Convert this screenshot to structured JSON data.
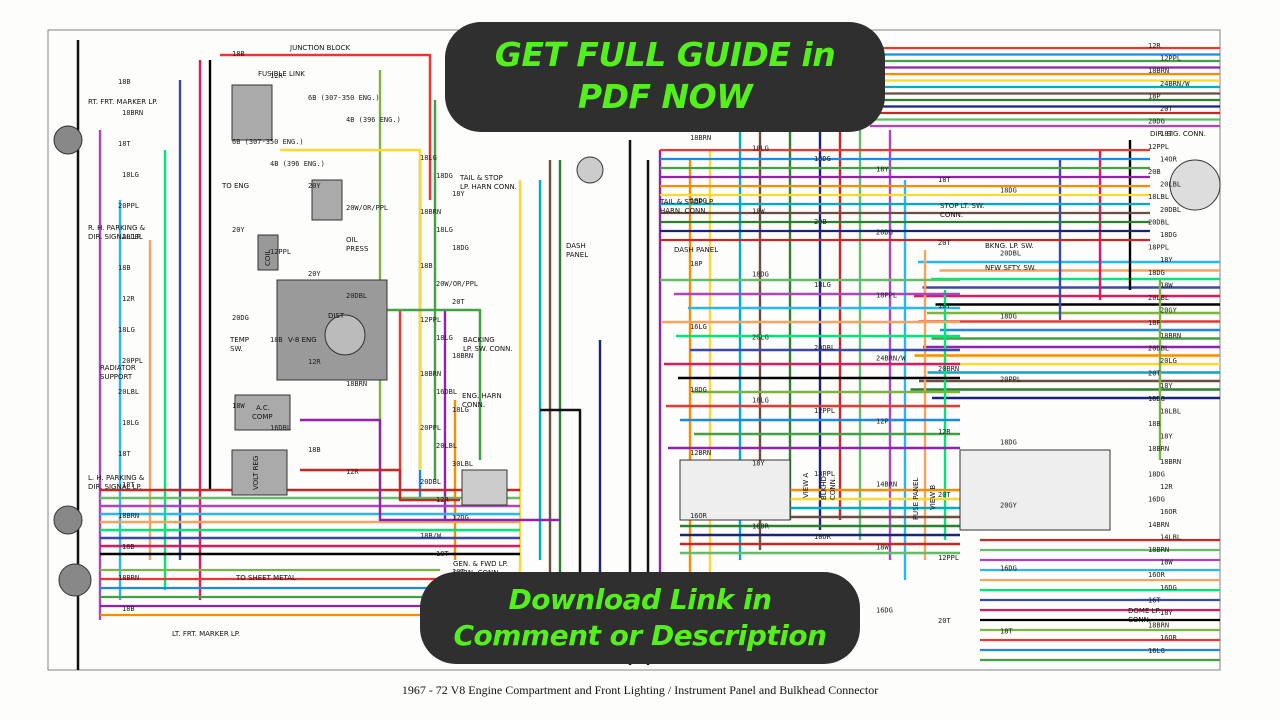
{
  "banner_top": {
    "line1": "GET FULL GUIDE in",
    "line2": "PDF NOW"
  },
  "banner_bottom": {
    "line1": "Download Link in",
    "line2": "Comment or Description"
  },
  "caption": "1967 - 72 V8 Engine Compartment and Front Lighting / Instrument Panel and Bulkhead Connector",
  "colors": {
    "banner_bg": "#2f2f2f",
    "banner_text": "#54f01c",
    "page_bg": "#fdfdfb"
  },
  "component_labels": {
    "junction_block": "JUNCTION BLOCK",
    "fusible_link": "FUSIBLE LINK",
    "to_eng": "TO ENG",
    "rt_frt_marker": "RT. FRT. MARKER LP.",
    "rh_parking": "R. H. PARKING &",
    "dir_signal_lp_r": "DIR. SIGNAL LP.",
    "radiator_support": "RADIATOR",
    "radiator_support2": "SUPPORT",
    "lh_parking": "L. H. PARKING &",
    "dir_signal_lp_l": "DIR. SIGNAL LP.",
    "lt_frt_marker": "LT. FRT. MARKER LP.",
    "to_sheet_metal": "TO SHEET METAL",
    "temp_sw": "TEMP",
    "temp_sw2": "SW.",
    "oil_press": "OIL",
    "oil_press2": "PRESS",
    "tail_stop_conn": "TAIL & STOP",
    "tail_stop_conn2": "LP. HARN CONN.",
    "backing_lp": "BACKING",
    "backing_lp2": "LP. SW. CONN.",
    "eng_harn_conn": "ENG. HARN",
    "eng_harn_conn2": "CONN.",
    "gen_fwd_lp": "GEN. & FWD LP.",
    "gen_fwd_lp2": "HARN. CONN.",
    "dash_panel": "DASH",
    "dash_panel2": "PANEL",
    "dash_panel_r": "DASH PANEL",
    "tail_stop_lp_r": "TAIL & STOP LP.",
    "tail_stop_lp_r2": "HARN. CONN.",
    "stop_lt_sw": "STOP LT. SW.",
    "stop_lt_sw2": "CONN.",
    "bkng_lp_sw": "BKNG. LP. SW.",
    "nfw_sfty_sw": "NFW SFTY. SW.",
    "dir_sig_conn": "DIR. SIG. CONN.",
    "dome_lp_conn": "DOME LP.",
    "dome_lp_conn2": "CONN.",
    "view_a": "VIEW A",
    "view_b": "VIEW B",
    "fuse_panel": "FUSE PANEL",
    "blkhd_conn": "BLKHD.",
    "blkhd_conn2": "CONN.",
    "dist": "DIST",
    "v8_eng": "V-8 ENG",
    "coil": "COIL",
    "volt_reg": "VOLT REG",
    "ac_comp": "A.C.",
    "ac_comp2": "COMP"
  },
  "wire_labels_left": [
    "18B",
    "18BRN",
    "18T",
    "18LG",
    "20PPL",
    "20DBL",
    "18B",
    "12R",
    "18LG",
    "20PPL",
    "20LBL",
    "18LG",
    "18T",
    "18T",
    "18BRN",
    "18B",
    "18BRN",
    "18B"
  ],
  "wire_labels_right_edge": [
    "12R",
    "12PPL",
    "18BRN",
    "24BRN/W",
    "18P",
    "20T",
    "20DG",
    "18T",
    "12PPL",
    "14OR",
    "20B",
    "20LBL",
    "18LBL",
    "20DBL",
    "20DBL",
    "18DG",
    "18PPL",
    "18Y",
    "18DG",
    "18W",
    "20LBL",
    "20GY",
    "18P",
    "18BRN",
    "20DBL",
    "20LG",
    "20T",
    "18Y",
    "18DG",
    "18LBL",
    "18B",
    "18Y",
    "18BRN",
    "18BRN",
    "18DG",
    "12R",
    "16DG",
    "16OR",
    "14BRN",
    "14LBL",
    "18BRN",
    "18W",
    "16OR",
    "16DG",
    "16T",
    "18Y",
    "18BRN",
    "16OR",
    "16LG"
  ],
  "engine_labels": [
    "18B",
    "12R",
    "6B (307-350 ENG.)",
    "4B (396 ENG.)",
    "6B (307-350 ENG.)",
    "4B (396 ENG.)",
    "20Y",
    "20W/OR/PPL",
    "20Y",
    "12PPL",
    "20Y",
    "20DBL",
    "20DG",
    "18B",
    "12R",
    "18BRN",
    "18W",
    "16DBL",
    "18B",
    "12R"
  ],
  "center_labels": [
    "18LG",
    "18DG",
    "18Y",
    "18BRN",
    "18LG",
    "18DG",
    "18B",
    "20W/OR/PPL",
    "20T",
    "12PPL",
    "18LG",
    "18BRN",
    "18BRN",
    "16DBL",
    "18LG",
    "20PPL",
    "20LBL",
    "30LBL",
    "20DBL",
    "12R",
    "12DG",
    "18B/W",
    "18T",
    "20T"
  ],
  "panel_labels": [
    "18BRN",
    "18LG",
    "18DG",
    "18Y",
    "18T",
    "18DG",
    "18DG",
    "18W",
    "20B",
    "20DG",
    "20T",
    "20DBL",
    "18P",
    "18DG",
    "18LG",
    "18PPL",
    "18Y",
    "18DG",
    "16LG",
    "20LG",
    "20DBL",
    "24BRN/W",
    "20BRN",
    "20PPL",
    "18DG",
    "18LG",
    "12PPL",
    "12P",
    "12R",
    "18DG",
    "12BRN",
    "18Y",
    "18PPL",
    "14BRN",
    "20T",
    "20GY",
    "16OR",
    "18OR",
    "18OR",
    "18W",
    "12PPL",
    "16DG",
    "14LBL",
    "18LG",
    "18R",
    "16DG",
    "20T",
    "18T"
  ]
}
